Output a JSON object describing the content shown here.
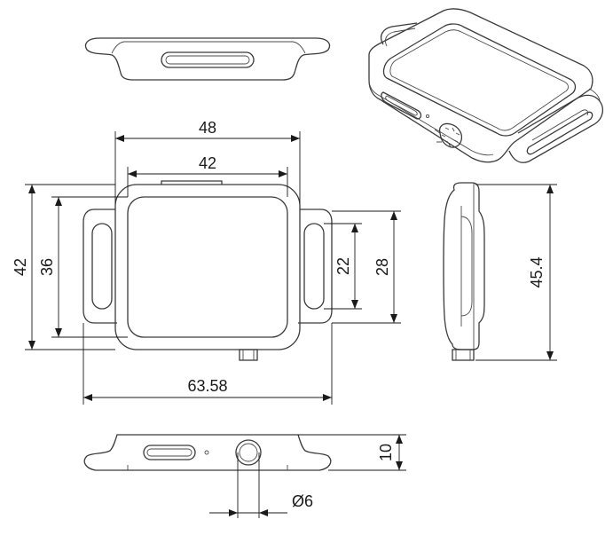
{
  "drawing": {
    "dimensions": {
      "case_width_outer": "48",
      "case_width_inner": "42",
      "case_height_outer": "42",
      "case_height_inner": "36",
      "lug_slot_length": "22",
      "lug_height": "28",
      "overall_width": "63.58",
      "side_height": "45.4",
      "case_thickness": "10",
      "crown_diameter": "Ø6"
    },
    "views": [
      "top-view",
      "front-view",
      "right-side-view",
      "bottom-view",
      "isometric-view"
    ]
  }
}
